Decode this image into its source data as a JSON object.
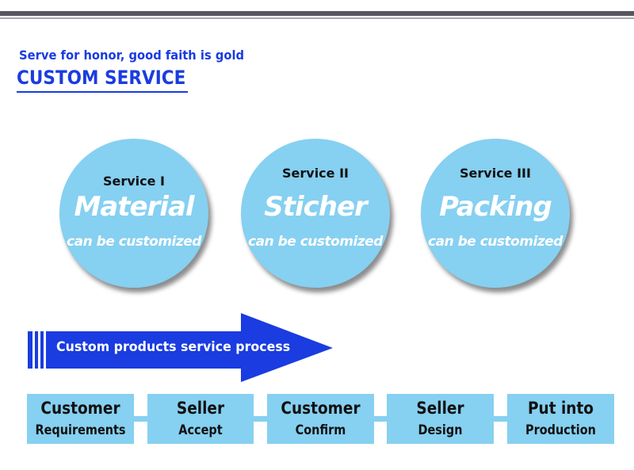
{
  "header": {
    "slogan": "Serve for honor, good faith is gold",
    "title": "CUSTOM SERVICE"
  },
  "services": [
    {
      "label": "Service I",
      "name": "Material",
      "note": "can be customized"
    },
    {
      "label": "Service II",
      "name": "Sticher",
      "note": "can be customized"
    },
    {
      "label": "Service III",
      "name": "Packing",
      "note": "can be customized"
    }
  ],
  "process": {
    "label": "Custom products service process",
    "steps": [
      {
        "line1": "Customer",
        "line2": "Requirements"
      },
      {
        "line1": "Seller",
        "line2": "Accept"
      },
      {
        "line1": "Customer",
        "line2": "Confirm"
      },
      {
        "line1": "Seller",
        "line2": "Design"
      },
      {
        "line1": "Put into",
        "line2": "Production"
      }
    ]
  },
  "colors": {
    "accent_blue": "#1a3ce0",
    "light_blue": "#86d0f1",
    "bar_dark": "#55565f"
  }
}
